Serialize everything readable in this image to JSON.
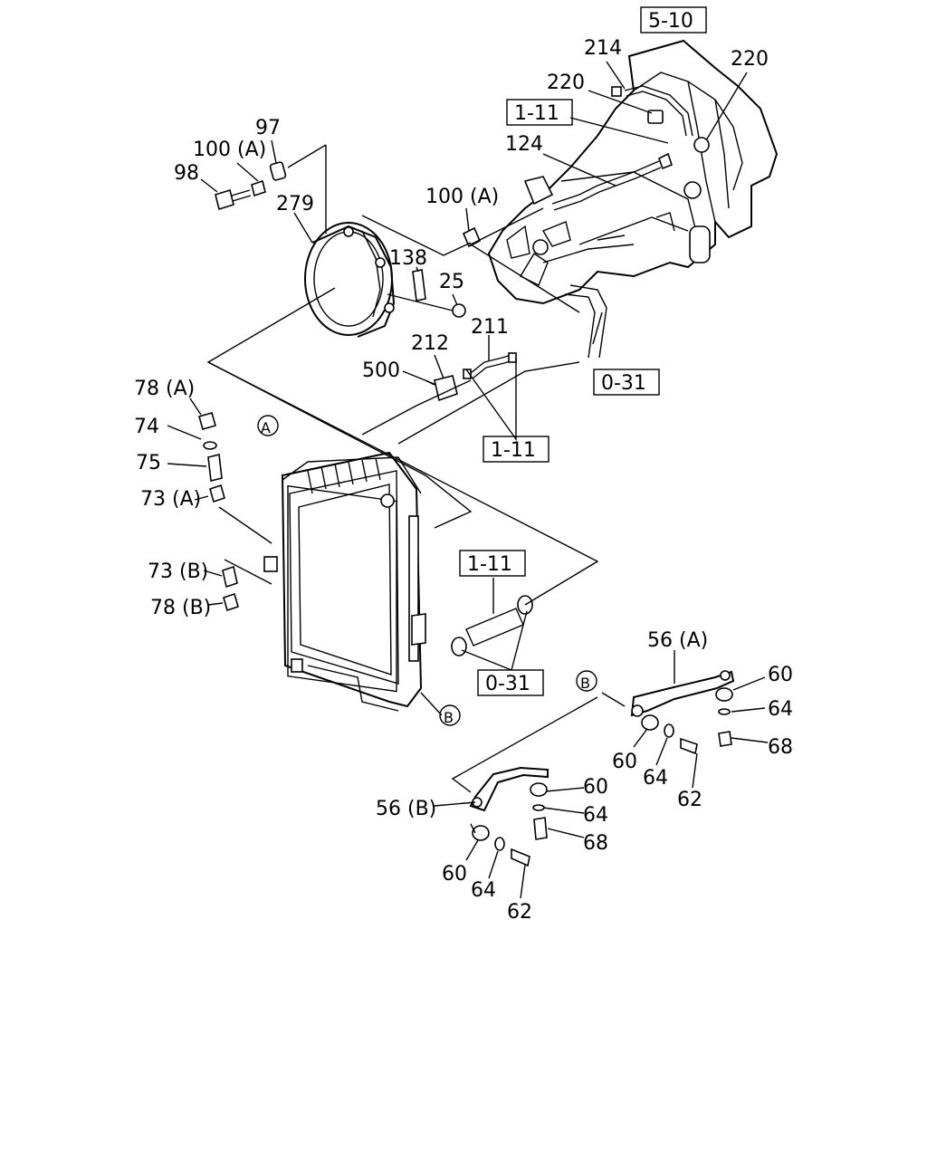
{
  "ref_boxes": [
    "5-10",
    "1-11",
    "1-11",
    "1-11",
    "0-31",
    "0-31"
  ],
  "callouts": [
    "A",
    "B",
    "B"
  ],
  "part_labels": [
    "214",
    "220",
    "220",
    "124",
    "97",
    "100 (A)",
    "98",
    "279",
    "100 (A)",
    "138",
    "25",
    "211",
    "212",
    "500",
    "78 (A)",
    "74",
    "75",
    "73 (A)",
    "73 (B)",
    "78 (B)",
    "56 (A)",
    "60",
    "64",
    "68",
    "60",
    "64",
    "62",
    "56 (B)",
    "60",
    "64",
    "68",
    "60",
    "64",
    "62"
  ]
}
